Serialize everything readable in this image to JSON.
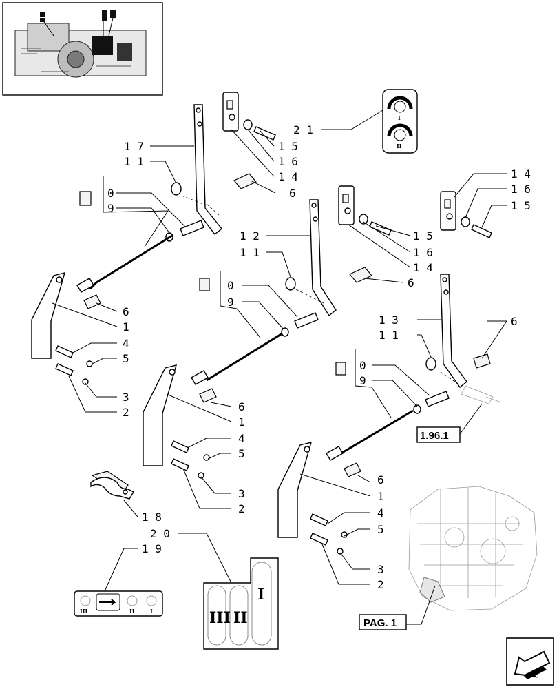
{
  "callouts": {
    "g1": [
      "1 7",
      "1 1",
      "0",
      "9",
      "6",
      "1",
      "4",
      "5",
      "3",
      "2"
    ],
    "g2": [
      "1 2",
      "1 1",
      "0",
      "9",
      "6",
      "1",
      "4",
      "5",
      "3",
      "2"
    ],
    "g3": [
      "1 3",
      "1 1",
      "0",
      "9",
      "6",
      "1",
      "4",
      "5",
      "3",
      "2"
    ],
    "top": [
      "2 1",
      "1 5",
      "1 6",
      "1 4",
      "6"
    ],
    "mid": [
      "1 5",
      "1 6",
      "1 4",
      "6"
    ],
    "right": [
      "1 4",
      "1 6",
      "1 5"
    ],
    "plates": [
      "1 8",
      "2 0",
      "1 9"
    ]
  },
  "refs": {
    "ref_1": "1.96.1",
    "ref_2": "PAG. 1"
  },
  "labels": {
    "gear_i": "I",
    "gear_ii": "II",
    "gear_iii": "III"
  },
  "colors": {
    "line": "#000000",
    "paper": "#ffffff",
    "ghost": "#9a9a9a"
  },
  "icons": {
    "thumbnail": "tractor-transmission-thumbnail",
    "nav": "previous-page-arrow-icon"
  }
}
